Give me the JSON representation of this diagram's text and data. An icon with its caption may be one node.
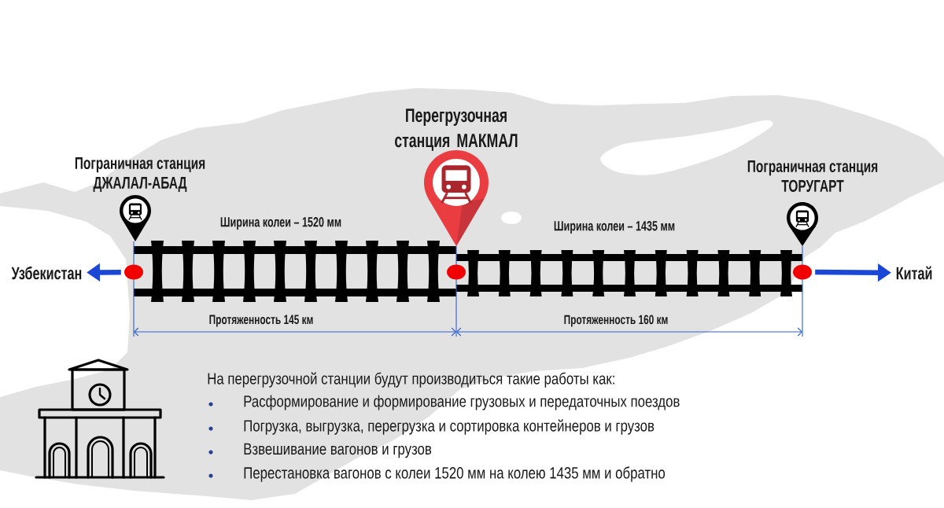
{
  "diagram": {
    "nodes": [
      {
        "text": [
          "Перегрузочная станция МАКМАЛ"
        ]
      },
      {
        "text": [
          "Пограничная станция ДЖАЛАЛ-АБАД"
        ]
      },
      {
        "text": [
          "Пограничная станция ТОРУГАРТ"
        ]
      },
      {
        "text": [
          "Узбекистан"
        ]
      },
      {
        "text": [],
        "shape": "circle"
      },
      {
        "text": [],
        "shape": "circle"
      },
      {
        "text": [],
        "shape": "circle"
      },
      {
        "text": [
          "Китай"
        ]
      }
    ],
    "edges": [
      {
        "from": 4,
        "to": 3,
        "arrow": "to"
      },
      {
        "from": 6,
        "to": 7,
        "arrow": "to"
      }
    ],
    "labels": [
      "Ширина колеи – 1520 мм",
      "Ширина колеи – 1435 мм",
      "Протяженность 145 км",
      "Протяженность 160 км",
      "На перегрузочной станции будут производиться такие работы как:",
      "Расформирование и формирование грузовых и передаточных поездов",
      "Погрузка, выгрузка, перегрузка и сортировка контейнеров и грузов",
      "Взвешивание вагонов и грузов",
      "Перестановка вагонов с колеи 1520 мм на колею 1435 мм и обратно"
    ]
  }
}
